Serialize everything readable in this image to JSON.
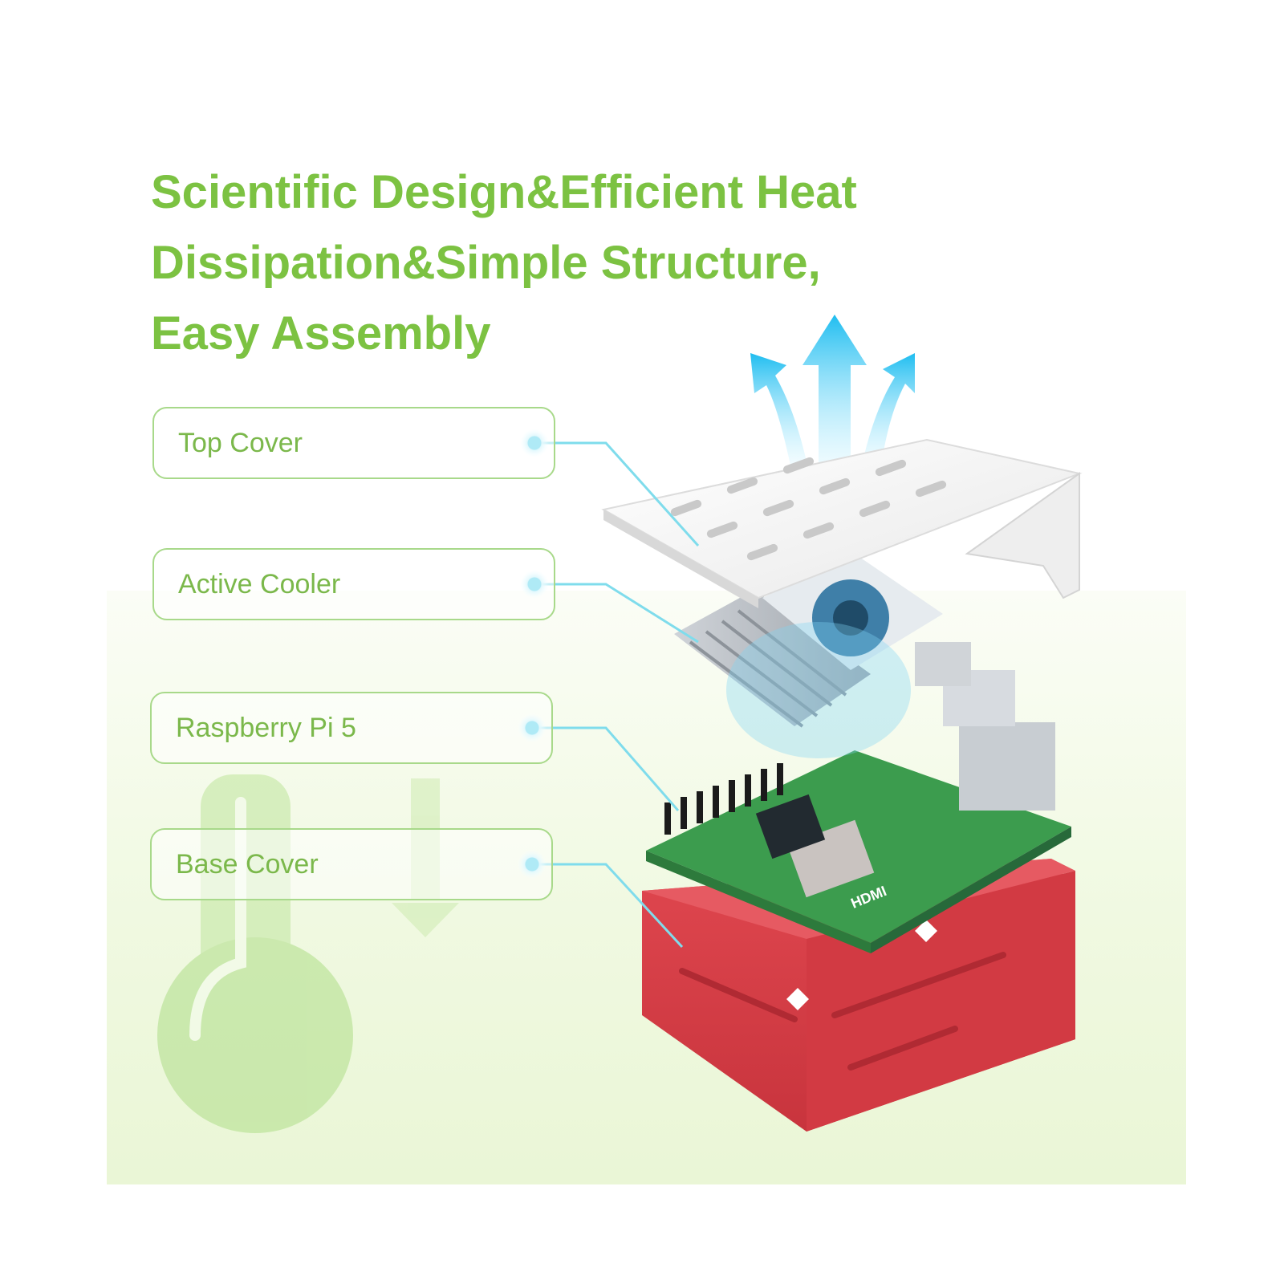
{
  "headline": {
    "line1": "Scientific Design&Efficient Heat",
    "line2": "Dissipation&Simple Structure,",
    "line3": "Easy Assembly"
  },
  "components": [
    {
      "label": "Top Cover"
    },
    {
      "label": "Active Cooler"
    },
    {
      "label": "Raspberry Pi 5"
    },
    {
      "label": "Base Cover"
    }
  ],
  "board_marking": "HDMI",
  "colors": {
    "headline": "#7cc242",
    "label_text": "#7bb84b",
    "connector_line": "#62d6ea",
    "airflow": "#29c3ee",
    "top_cover": "#f2f2f2",
    "pcb": "#3a9a4c",
    "base_cover": "#d9404a",
    "thermometer": "#bde49c"
  },
  "icons": [
    "airflow-arrows-icon",
    "thermometer-icon",
    "down-arrow-icon"
  ]
}
